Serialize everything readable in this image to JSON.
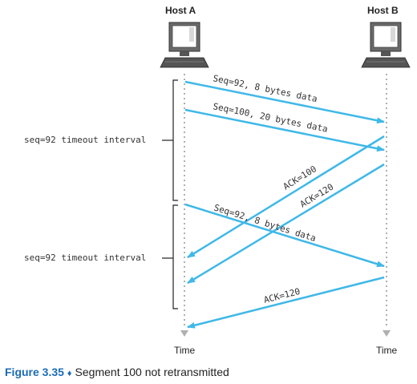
{
  "hosts": {
    "a": "Host A",
    "b": "Host B"
  },
  "time_label_a": "Time",
  "time_label_b": "Time",
  "timeouts": [
    {
      "label": "seq=92 timeout interval"
    },
    {
      "label": "seq=92 timeout interval"
    }
  ],
  "messages": [
    {
      "text": "Seq=92, 8 bytes data",
      "from": "A",
      "to": "B"
    },
    {
      "text": "Seq=100, 20 bytes data",
      "from": "A",
      "to": "B"
    },
    {
      "text": "ACK=100",
      "from": "B",
      "to": "A"
    },
    {
      "text": "ACK=120",
      "from": "B",
      "to": "A"
    },
    {
      "text": "Seq=92, 8 bytes data",
      "from": "A",
      "to": "B"
    },
    {
      "text": "ACK=120",
      "from": "B",
      "to": "A"
    }
  ],
  "caption": {
    "figure": "Figure 3.35",
    "diamond": "♦",
    "text": "Segment 100 not retransmitted"
  },
  "colors": {
    "arrow": "#3fb8e8",
    "accent": "#1a6bb5",
    "timeline": "#b0b0b0"
  }
}
